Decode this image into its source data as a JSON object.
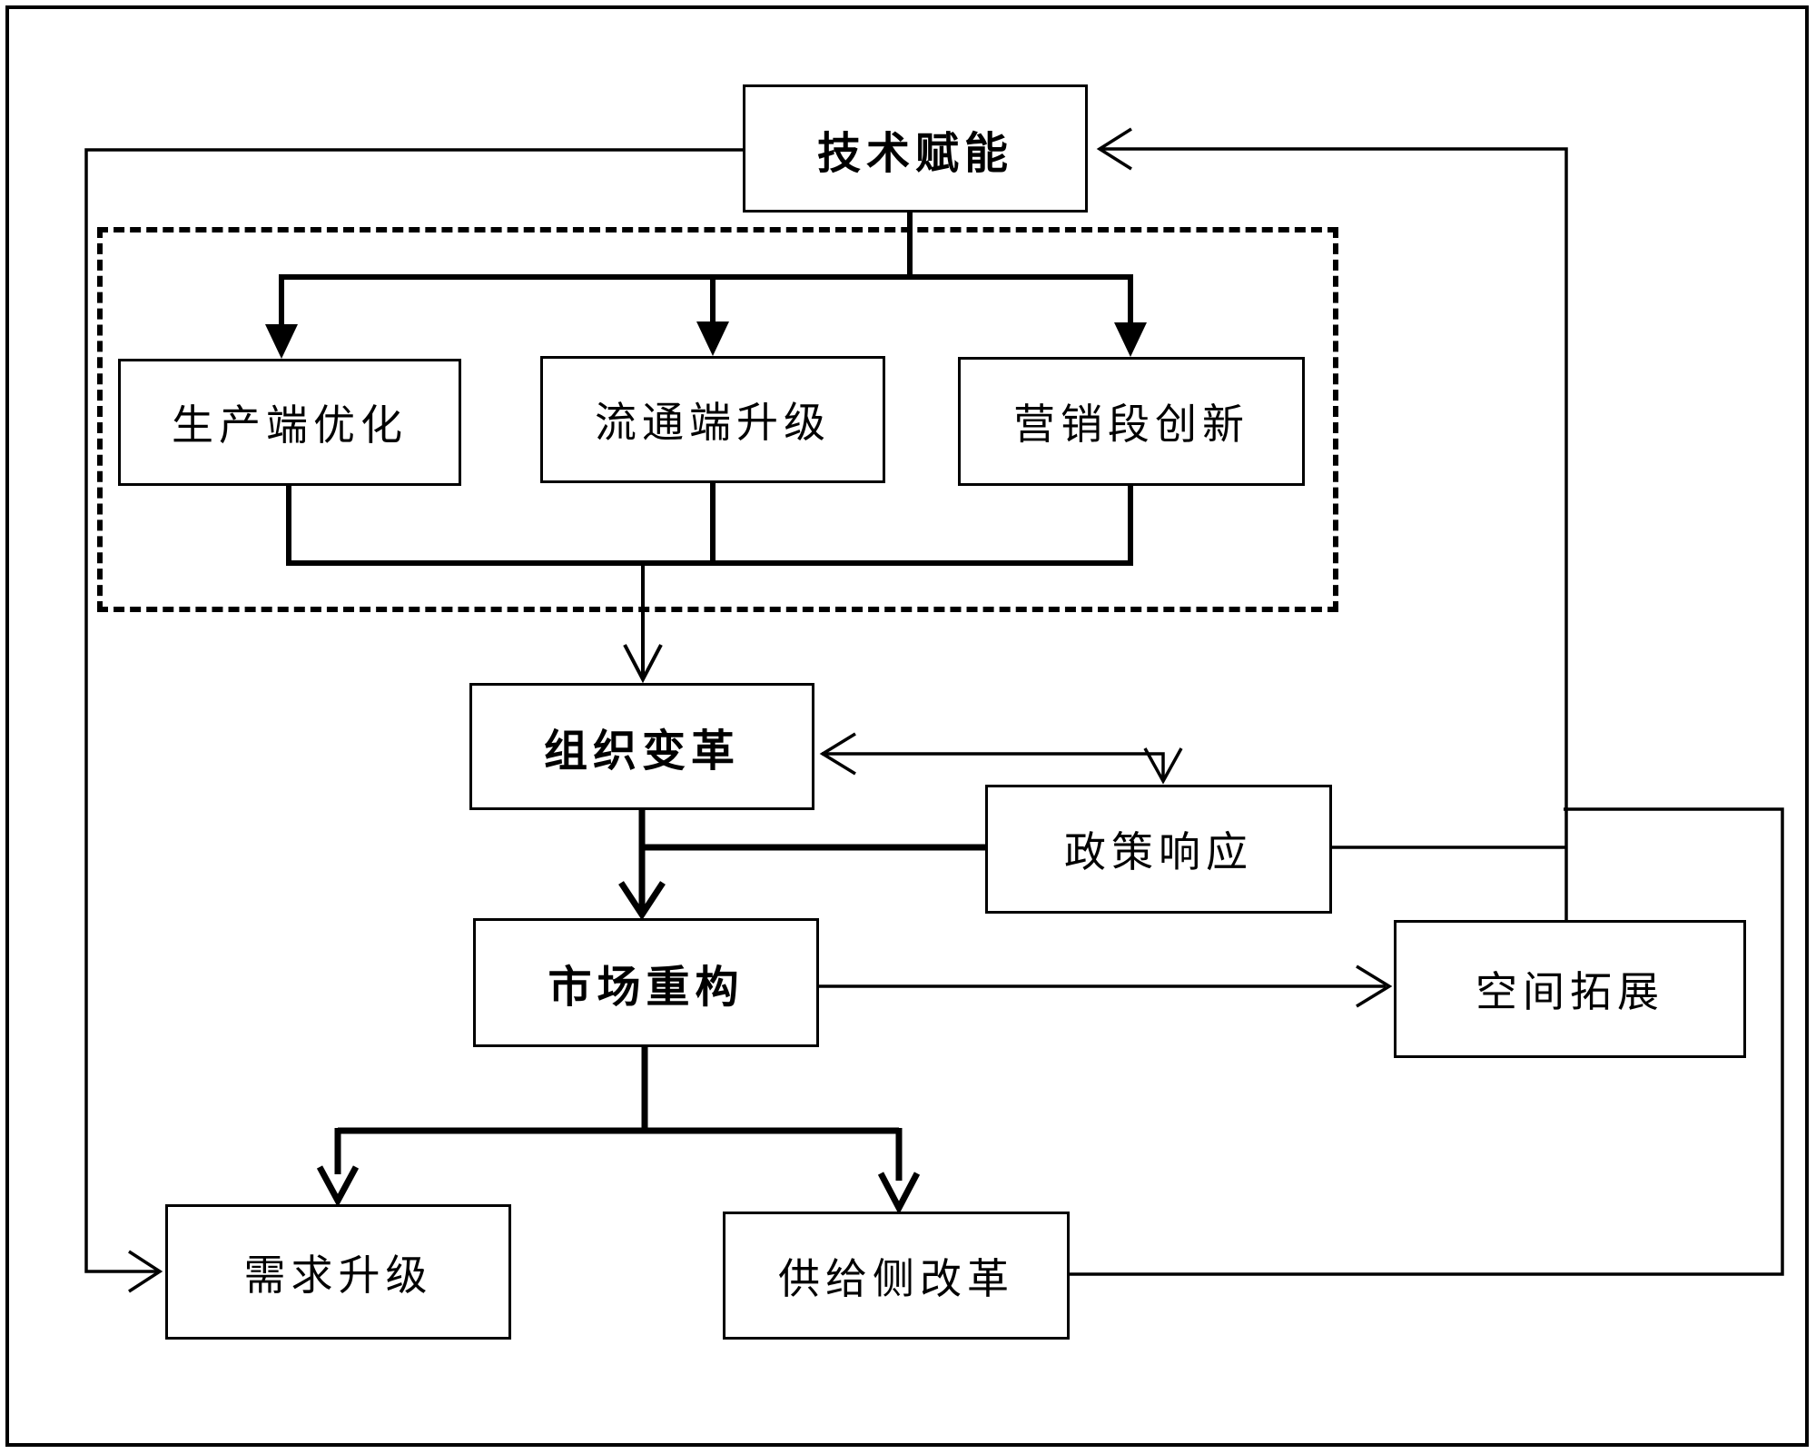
{
  "diagram": {
    "title": "technology-empowerment-flowchart",
    "background_color": "#ffffff",
    "line_color": "#000000",
    "nodes": [
      {
        "id": "tech",
        "label": "技术赋能",
        "bold": true
      },
      {
        "id": "prod",
        "label": "生产端优化",
        "bold": false
      },
      {
        "id": "circ",
        "label": "流通端升级",
        "bold": false
      },
      {
        "id": "minn",
        "label": "营销段创新",
        "bold": false
      },
      {
        "id": "org",
        "label": "组织变革",
        "bold": true
      },
      {
        "id": "policy",
        "label": "政策响应",
        "bold": false
      },
      {
        "id": "market",
        "label": "市场重构",
        "bold": true
      },
      {
        "id": "space",
        "label": "空间拓展",
        "bold": false
      },
      {
        "id": "demand",
        "label": "需求升级",
        "bold": false
      },
      {
        "id": "supply",
        "label": "供给侧改革",
        "bold": false
      }
    ],
    "edges": [
      "技术赋能 → 生产端优化",
      "技术赋能 → 流通端升级",
      "技术赋能 → 营销段创新",
      "生产端优化/流通端升级/营销段创新 → 组织变革",
      "组织变革 ↔ 政策响应",
      "组织变革 → 市场重构",
      "市场重构 → 空间拓展",
      "市场重构 → 需求升级",
      "市场重构 → 供给侧改革",
      "技术赋能 → 需求升级 (左侧回路)",
      "政策响应 → 技术赋能 (右侧回路)",
      "空间拓展 → 技术赋能 (右侧回路)",
      "供给侧改革 → 技术赋能 (右侧回路)"
    ]
  }
}
